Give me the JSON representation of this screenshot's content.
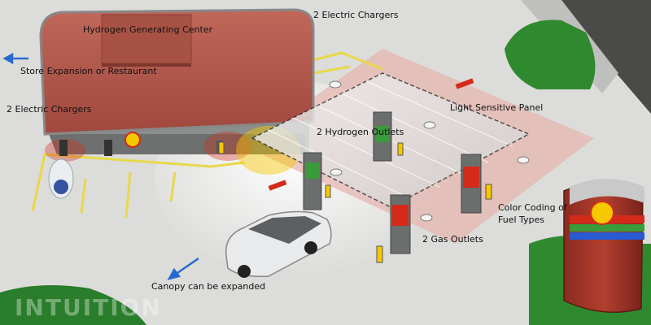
{
  "labels": {
    "hydrogen_center": "Hydrogen Generating Center",
    "chargers_top": "2 Electric Chargers",
    "store_expansion": "Store Expansion or Restaurant",
    "chargers_left": "2 Electric Chargers",
    "light_panel": "Light Sensitive Panel",
    "hydrogen_outlets": "2 Hydrogen Outlets",
    "color_coding": "Color Coding of Fuel Types",
    "gas_outlets": "2 Gas Outlets",
    "canopy": "Canopy can be expanded"
  },
  "watermark": "INTUITION",
  "colors": {
    "roof": "#b55a4e",
    "shell_red": "#d42a1a",
    "shell_yellow": "#f6c800",
    "hydrogen_green": "#3a9b3a",
    "grass": "#2f8a2f",
    "arrow_blue": "#2a6ad0",
    "pavement": "#dcdcda"
  }
}
